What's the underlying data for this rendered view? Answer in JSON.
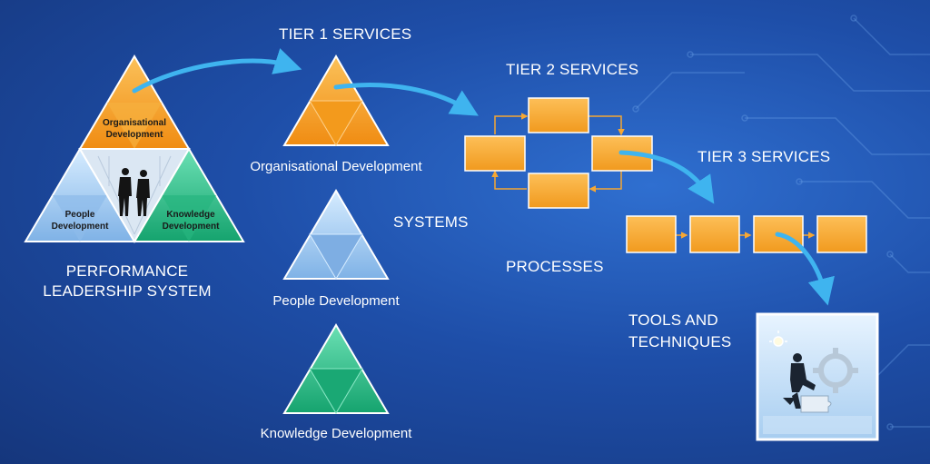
{
  "colors": {
    "background": "#1e4ea8",
    "orange": "#f5a623",
    "blue_light": "#9cc8f0",
    "green": "#2fbf8a",
    "arrow": "#3fb4ef",
    "process_box": "#f6a733"
  },
  "left_system": {
    "title_line1": "PERFORMANCE",
    "title_line2": "LEADERSHIP SYSTEM",
    "top_label_line1": "Organisational",
    "top_label_line2": "Development",
    "left_label_line1": "People",
    "left_label_line2": "Development",
    "right_label_line1": "Knowledge",
    "right_label_line2": "Development"
  },
  "tier1": {
    "heading": "TIER 1 SERVICES",
    "items": [
      {
        "label": "Organisational Development",
        "color": "orange"
      },
      {
        "label": "People Development",
        "color": "blue"
      },
      {
        "label": "Knowledge Development",
        "color": "green"
      }
    ],
    "systems_label": "SYSTEMS"
  },
  "tier2": {
    "heading": "TIER 2 SERVICES",
    "processes_label": "PROCESSES"
  },
  "tier3": {
    "heading": "TIER 3 SERVICES",
    "tools_line1": "TOOLS AND",
    "tools_line2": "TECHNIQUES"
  },
  "icons": [
    "business-people-silhouette-icon",
    "gear-icon",
    "businessman-puzzle-icon",
    "lightbulb-icon"
  ]
}
